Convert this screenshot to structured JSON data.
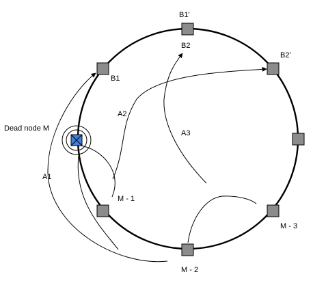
{
  "diagram": {
    "colors": {
      "node_fill": "#8c8c8c",
      "dead_node_fill": "#3f7fe0",
      "stroke": "#000000"
    },
    "labels": {
      "dead_node": "Dead node M",
      "b1": "B1",
      "b1_prime": "B1'",
      "b2": "B2",
      "b2_prime": "B2'",
      "a1": "A1",
      "a2": "A2",
      "a3": "A3",
      "m_minus_1": "M - 1",
      "m_minus_2": "M - 2",
      "m_minus_3": "M - 3"
    }
  }
}
